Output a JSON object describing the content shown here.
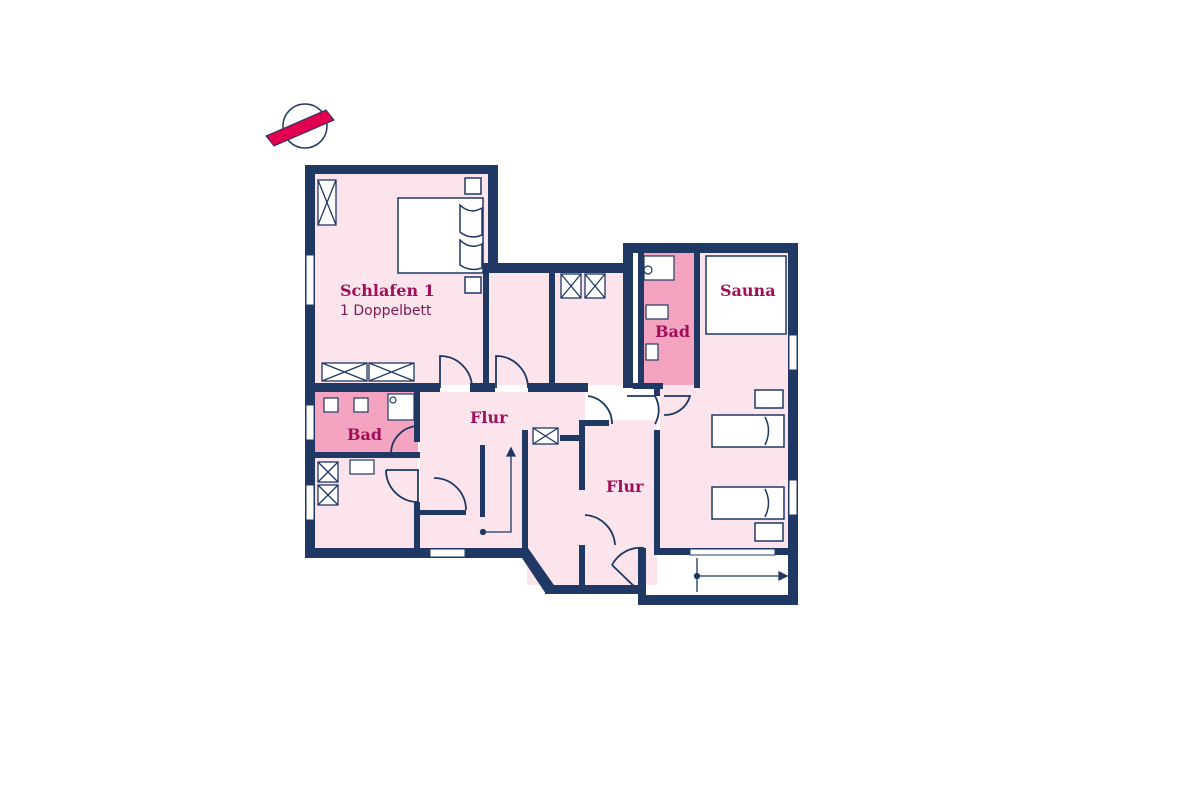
{
  "colors": {
    "wall": "#1f3864",
    "room_fill": "#fce4ec",
    "bath_fill": "#f4a3c0",
    "accent": "#e0004f",
    "label": "#a0105a"
  },
  "compass": {
    "icon": "compass-north-arrow-icon"
  },
  "rooms": {
    "schlafen1": {
      "name": "Schlafen 1",
      "detail": "1 Doppelbett"
    },
    "bad_top": {
      "name": "Bad"
    },
    "sauna": {
      "name": "Sauna"
    },
    "flur_left": {
      "name": "Flur"
    },
    "bad_left": {
      "name": "Bad"
    },
    "flur_right": {
      "name": "Flur"
    }
  }
}
